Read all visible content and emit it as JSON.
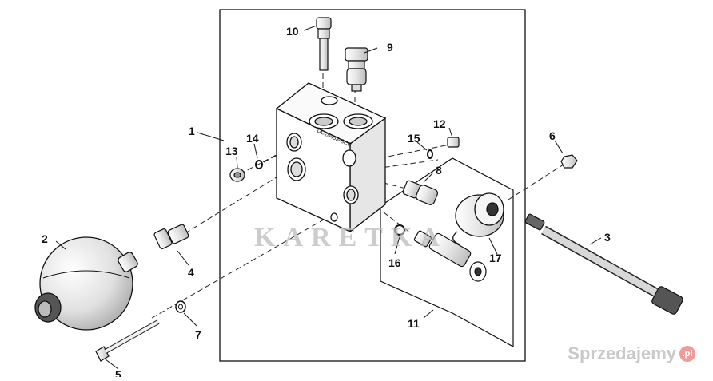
{
  "diagram": {
    "callouts": [
      "1",
      "2",
      "3",
      "4",
      "5",
      "6",
      "7",
      "8",
      "9",
      "10",
      "11",
      "12",
      "13",
      "14",
      "15",
      "16",
      "17"
    ],
    "block_marking": "DC20453-SCC",
    "watermark": "KARETKA",
    "badge": {
      "text": "Sprzedajemy",
      "suffix": ".pl"
    }
  }
}
